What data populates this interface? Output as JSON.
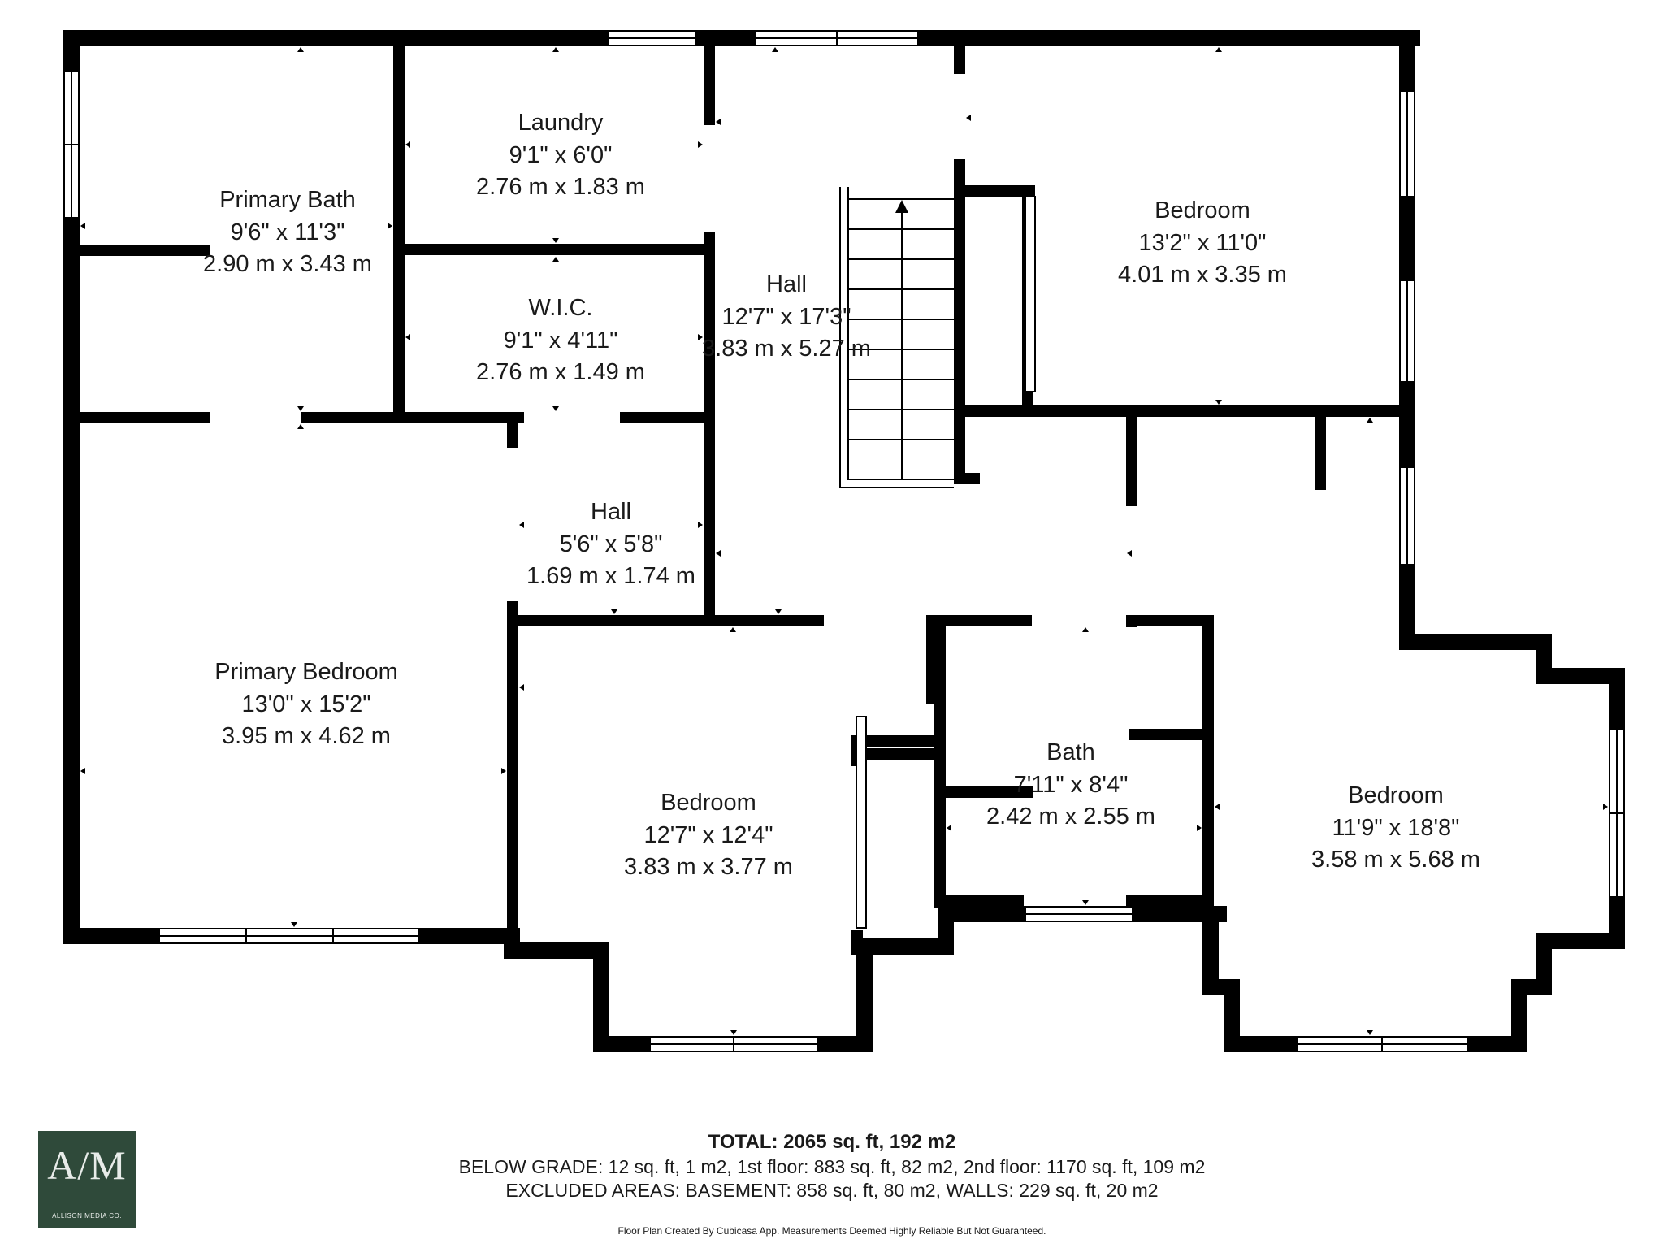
{
  "rooms": {
    "primary_bath": {
      "name": "Primary Bath",
      "imperial": "9'6\" x 11'3\"",
      "metric": "2.90 m x 3.43 m"
    },
    "laundry": {
      "name": "Laundry",
      "imperial": "9'1\" x 6'0\"",
      "metric": "2.76 m x 1.83 m"
    },
    "wic": {
      "name": "W.I.C.",
      "imperial": "9'1\" x 4'11\"",
      "metric": "2.76 m x 1.49 m"
    },
    "hall_main": {
      "name": "Hall",
      "imperial": "12'7\" x 17'3\"",
      "metric": "3.83 m x 5.27 m"
    },
    "bedroom_ne": {
      "name": "Bedroom",
      "imperial": "13'2\" x 11'0\"",
      "metric": "4.01 m x 3.35 m"
    },
    "hall_small": {
      "name": "Hall",
      "imperial": "5'6\" x 5'8\"",
      "metric": "1.69 m x 1.74 m"
    },
    "primary_bedroom": {
      "name": "Primary Bedroom",
      "imperial": "13'0\" x 15'2\"",
      "metric": "3.95 m x 4.62 m"
    },
    "bedroom_s": {
      "name": "Bedroom",
      "imperial": "12'7\" x 12'4\"",
      "metric": "3.83 m x 3.77 m"
    },
    "bath": {
      "name": "Bath",
      "imperial": "7'11\" x 8'4\"",
      "metric": "2.42 m x 2.55 m"
    },
    "bedroom_se": {
      "name": "Bedroom",
      "imperial": "11'9\" x 18'8\"",
      "metric": "3.58 m x 5.68 m"
    }
  },
  "footer": {
    "total": "TOTAL: 2065 sq. ft, 192 m2",
    "line1": "BELOW GRADE: 12 sq. ft, 1 m2, 1st floor: 883 sq. ft, 82 m2, 2nd floor: 1170 sq. ft, 109 m2",
    "line2": "EXCLUDED AREAS: BASEMENT: 858 sq. ft, 80 m2, WALLS: 229 sq. ft, 20 m2",
    "note": "Floor Plan Created By Cubicasa App. Measurements Deemed Highly Reliable But Not Guaranteed."
  },
  "logo": {
    "monogram": "A/M",
    "name": "ALLISON MEDIA CO."
  },
  "colors": {
    "wall": "#000000",
    "logo_bg": "#2f4a3a",
    "text": "#1a1a1a"
  }
}
